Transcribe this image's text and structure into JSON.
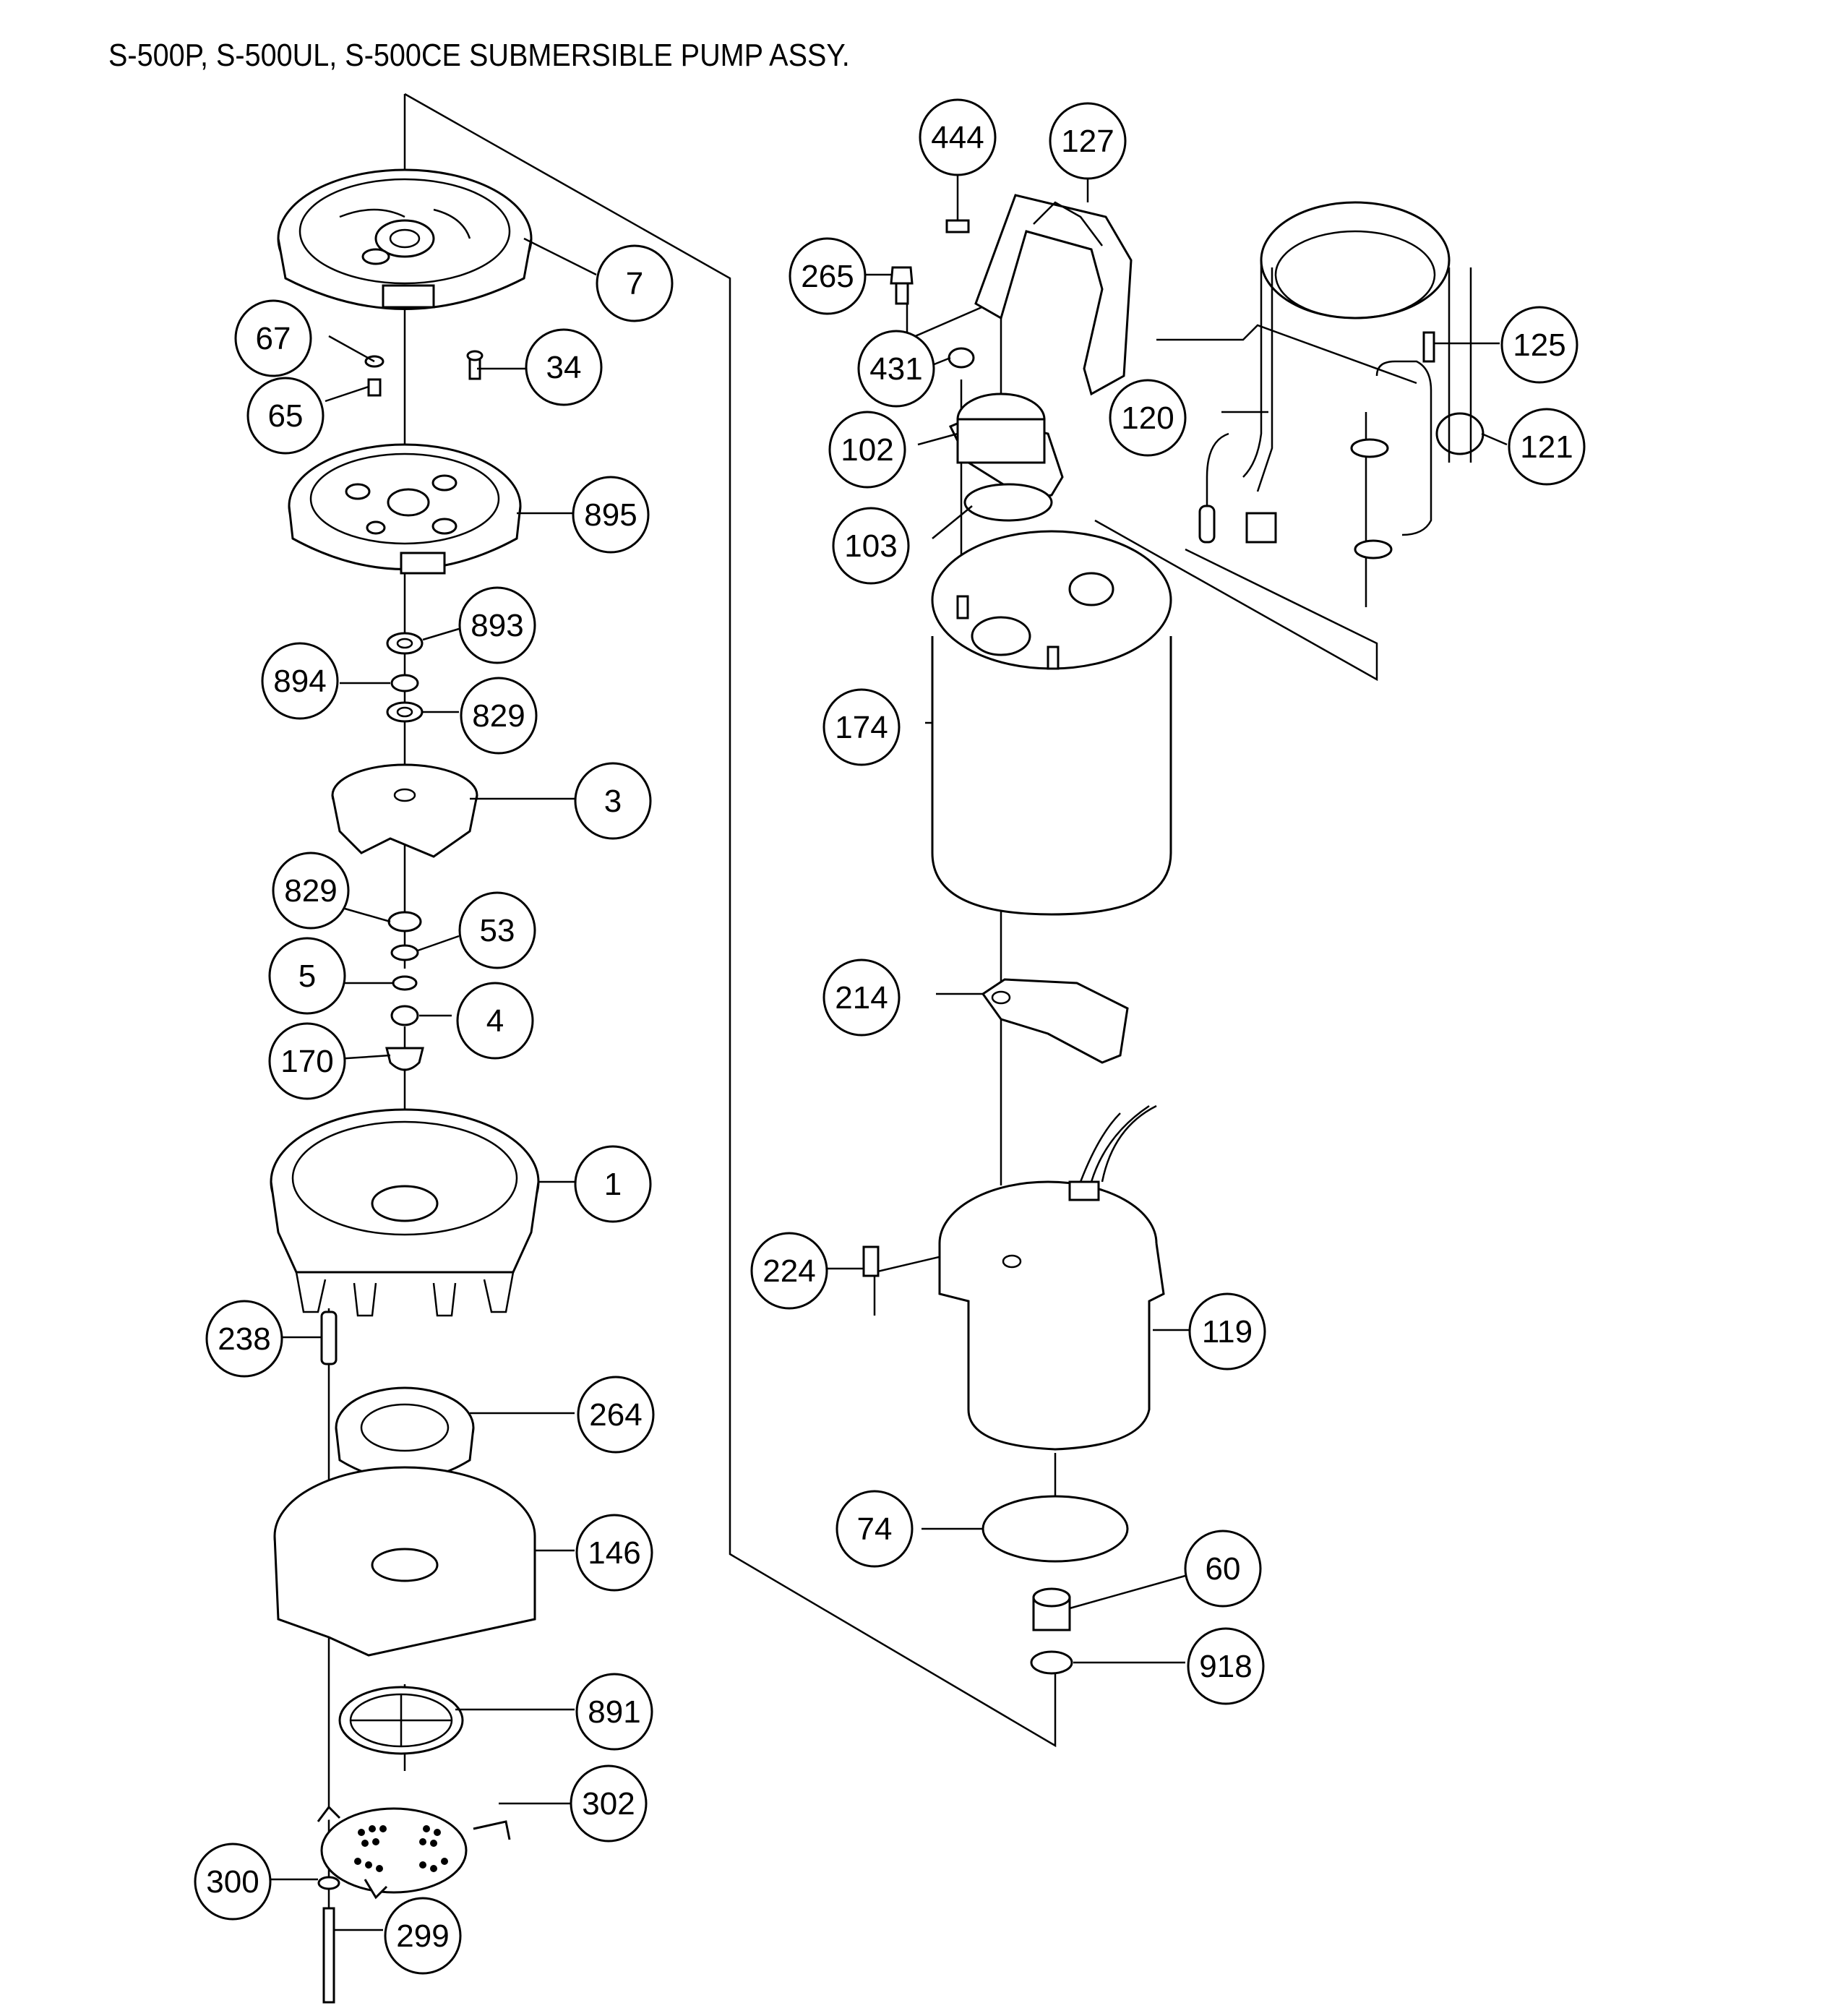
{
  "title": "S-500P,  S-500UL, S-500CE SUBMERSIBLE PUMP ASSY.",
  "callouts": [
    {
      "id": "c7",
      "label": "7"
    },
    {
      "id": "c67",
      "label": "67"
    },
    {
      "id": "c34",
      "label": "34"
    },
    {
      "id": "c65",
      "label": "65"
    },
    {
      "id": "c895",
      "label": "895"
    },
    {
      "id": "c893",
      "label": "893"
    },
    {
      "id": "c894",
      "label": "894"
    },
    {
      "id": "c829a",
      "label": "829"
    },
    {
      "id": "c3",
      "label": "3"
    },
    {
      "id": "c829b",
      "label": "829"
    },
    {
      "id": "c53",
      "label": "53"
    },
    {
      "id": "c5",
      "label": "5"
    },
    {
      "id": "c4",
      "label": "4"
    },
    {
      "id": "c170",
      "label": "170"
    },
    {
      "id": "c1",
      "label": "1"
    },
    {
      "id": "c238",
      "label": "238"
    },
    {
      "id": "c264",
      "label": "264"
    },
    {
      "id": "c146",
      "label": "146"
    },
    {
      "id": "c891",
      "label": "891"
    },
    {
      "id": "c302",
      "label": "302"
    },
    {
      "id": "c300",
      "label": "300"
    },
    {
      "id": "c299",
      "label": "299"
    },
    {
      "id": "c444",
      "label": "444"
    },
    {
      "id": "c127",
      "label": "127"
    },
    {
      "id": "c265",
      "label": "265"
    },
    {
      "id": "c431",
      "label": "431"
    },
    {
      "id": "c125",
      "label": "125"
    },
    {
      "id": "c120",
      "label": "120"
    },
    {
      "id": "c102",
      "label": "102"
    },
    {
      "id": "c121",
      "label": "121"
    },
    {
      "id": "c103",
      "label": "103"
    },
    {
      "id": "c174",
      "label": "174"
    },
    {
      "id": "c214",
      "label": "214"
    },
    {
      "id": "c224",
      "label": "224"
    },
    {
      "id": "c119",
      "label": "119"
    },
    {
      "id": "c74",
      "label": "74"
    },
    {
      "id": "c60",
      "label": "60"
    },
    {
      "id": "c918",
      "label": "918"
    }
  ]
}
